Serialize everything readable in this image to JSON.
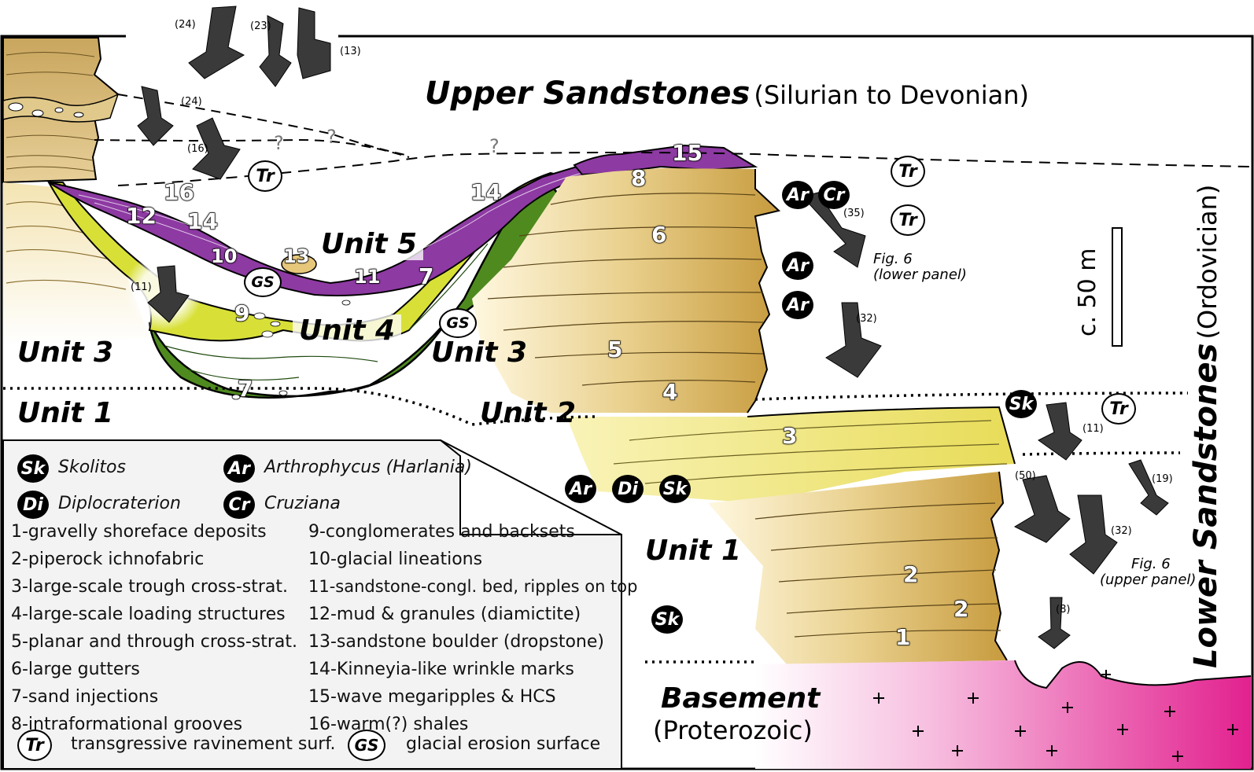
{
  "titles": {
    "upper": "Upper Sandstones",
    "upper_age": "(Silurian to Devonian)",
    "lower": "Lower Sandstones",
    "lower_age": "(Ordovician)",
    "basement": "Basement",
    "basement_age": "(Proterozoic)",
    "scale": "c. 50 m"
  },
  "units": {
    "unit1_left": "Unit 1",
    "unit3_left": "Unit 3",
    "unit5": "Unit 5",
    "unit4": "Unit 4",
    "unit3_mid": "Unit 3",
    "unit2": "Unit 2",
    "unit1_right": "Unit 1"
  },
  "markers": {
    "m16": "16",
    "m12": "12",
    "m14a": "14",
    "m10": "10",
    "m13": "13",
    "m11": "11",
    "m9": "9",
    "m7a": "7",
    "m7b": "7",
    "m14b": "14",
    "m15": "15",
    "m8": "8",
    "m6": "6",
    "m5": "5",
    "m4": "4",
    "m3": "3",
    "m2a": "2",
    "m2b": "2",
    "m1": "1"
  },
  "trace_symbols": {
    "tr1": "Tr",
    "tr2": "Tr",
    "tr3": "Tr",
    "tr4": "Tr",
    "gs1": "GS",
    "gs2": "GS",
    "ar1": "Ar",
    "cr1": "Cr",
    "ar2": "Ar",
    "ar3": "Ar",
    "ar4": "Ar",
    "di1": "Di",
    "sk1": "Sk",
    "sk2": "Sk",
    "sk3": "Sk"
  },
  "rose_counts": {
    "c24a": "(24)",
    "c23": "(23)",
    "c13": "(13)",
    "c24b": "(24)",
    "c16": "(16)",
    "c11a": "(11)",
    "c35": "(35)",
    "c32a": "(32)",
    "c11b": "(11)",
    "c50": "(50)",
    "c19": "(19)",
    "c32b": "(32)",
    "c8": "(8)"
  },
  "question_marks": [
    "?",
    "?",
    "?"
  ],
  "figure_refs": {
    "fig6_lower_1": "Fig. 6",
    "fig6_lower_2": "(lower panel)",
    "fig6_upper_1": "Fig. 6",
    "fig6_upper_2": "(upper panel)"
  },
  "legend": {
    "sk_sym": "Sk",
    "sk_name": "Skolitos",
    "ar_sym": "Ar",
    "ar_name": "Arthrophycus (Harlania)",
    "di_sym": "Di",
    "di_name": "Diplocraterion",
    "cr_sym": "Cr",
    "cr_name": "Cruziana",
    "items_left": [
      "1-gravelly shoreface deposits",
      "2-piperock ichnofabric",
      "3-large-scale trough cross-strat.",
      "4-large-scale loading structures",
      "5-planar and through cross-strat.",
      "6-large gutters",
      "7-sand injections",
      "8-intraformational grooves"
    ],
    "items_right": [
      "9-conglomerates and backsets",
      "10-glacial lineations",
      "11-sandstone-congl. bed, ripples on top",
      "12-mud & granules (diamictite)",
      "13-sandstone boulder (dropstone)",
      "14-Kinneyia-like wrinkle marks",
      "15-wave megaripples & HCS",
      "16-warm(?) shales"
    ],
    "tr_sym": "Tr",
    "tr_name": "transgressive ravinement surf.",
    "gs_sym": "GS",
    "gs_name": "glacial erosion surface"
  },
  "colors": {
    "purple": "#8e3aa3",
    "dark_green": "#4f8a1f",
    "lime": "#d8e038",
    "sand": "#f1dea6",
    "ochre": "#c9a24a",
    "magenta": "#e22d96",
    "arrow": "#3a3a3a"
  }
}
